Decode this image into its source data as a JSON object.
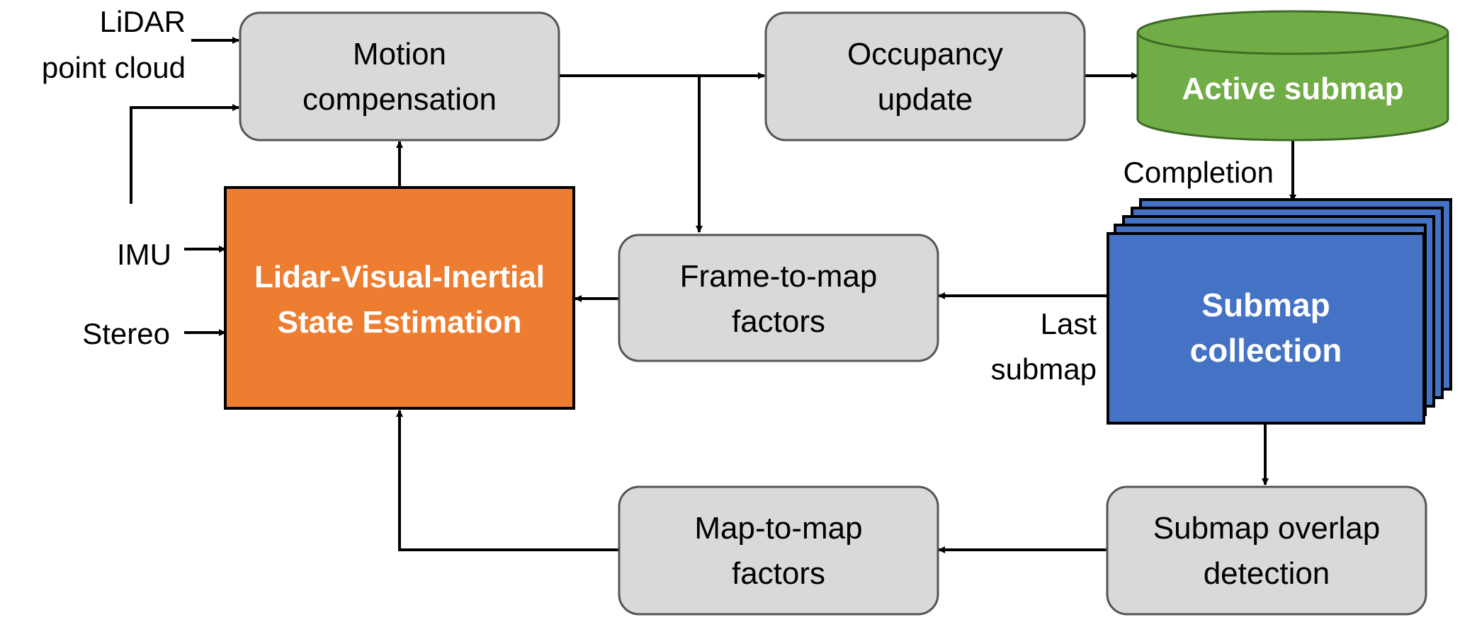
{
  "inputs": {
    "lidar": [
      "LiDAR",
      "point cloud"
    ],
    "imu": "IMU",
    "stereo": "Stereo"
  },
  "nodes": {
    "motion_compensation": [
      "Motion",
      "compensation"
    ],
    "occupancy_update": [
      "Occupancy",
      "update"
    ],
    "active_submap": "Active submap",
    "state_estimation": [
      "Lidar-Visual-Inertial",
      "State Estimation"
    ],
    "frame_to_map": [
      "Frame-to-map",
      "factors"
    ],
    "submap_collection": [
      "Submap",
      "collection"
    ],
    "map_to_map": [
      "Map-to-map",
      "factors"
    ],
    "overlap_detection": [
      "Submap overlap",
      "detection"
    ]
  },
  "edge_labels": {
    "completion": "Completion",
    "last_submap": [
      "Last",
      "submap"
    ]
  },
  "colors": {
    "gray_box": "#d9d9d9",
    "orange": "#ed7d31",
    "green": "#70ad47",
    "blue": "#4472c4",
    "stroke": "#000000"
  }
}
